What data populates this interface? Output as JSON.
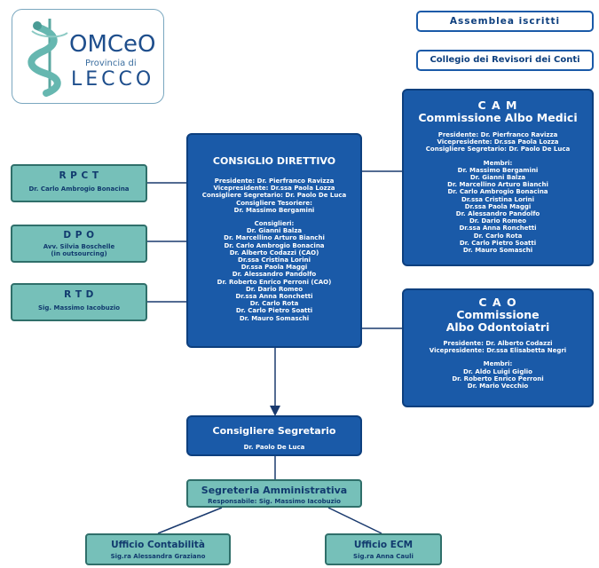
{
  "logo": {
    "title": "OMCeO",
    "subtitle": "Provincia di",
    "city": "LECCO"
  },
  "top_right": {
    "assemblea": "Assemblea iscritti",
    "revisori": "Collegio dei Revisori dei Conti"
  },
  "left_boxes": [
    {
      "title": "R P C T",
      "lines": [
        "Dr. Carlo Ambrogio Bonacina"
      ]
    },
    {
      "title": "D P O",
      "lines": [
        "Avv. Silvia Boschelle",
        "(in outsourcing)"
      ]
    },
    {
      "title": "R T D",
      "lines": [
        "Sig. Massimo Iacobuzio"
      ]
    }
  ],
  "consiglio": {
    "title": "CONSIGLIO DIRETTIVO",
    "officers": [
      "Presidente: Dr. Pierfranco Ravizza",
      "Vicepresidente: Dr.ssa Paola Lozza",
      "Consigliere Segretario: Dr. Paolo De Luca",
      "Consigliere Tesoriere:",
      "Dr. Massimo Bergamini"
    ],
    "members_label": "Consiglieri:",
    "members": [
      "Dr. Gianni Balza",
      "Dr. Marcellino Arturo Bianchi",
      "Dr. Carlo Ambrogio Bonacina",
      "Dr. Alberto Codazzi (CAO)",
      "Dr.ssa Cristina Lorini",
      "Dr.ssa Paola Maggi",
      "Dr. Alessandro Pandolfo",
      "Dr. Roberto Enrico Perroni (CAO)",
      "Dr. Dario Romeo",
      "Dr.ssa Anna Ronchetti",
      "Dr. Carlo Rota",
      "Dr. Carlo Pietro Soatti",
      "Dr. Mauro Somaschi"
    ]
  },
  "cam": {
    "title1": "C A M",
    "title2": "Commissione Albo Medici",
    "officers": [
      "Presidente: Dr. Pierfranco Ravizza",
      "Vicepresidente: Dr.ssa Paola Lozza",
      "Consigliere Segretario: Dr. Paolo De Luca"
    ],
    "members_label": "Membri:",
    "members": [
      "Dr. Massimo Bergamini",
      "Dr. Gianni Balza",
      "Dr. Marcellino Arturo Bianchi",
      "Dr. Carlo Ambrogio Bonacina",
      "Dr.ssa Cristina Lorini",
      "Dr.ssa Paola Maggi",
      "Dr. Alessandro Pandolfo",
      "Dr. Dario Romeo",
      "Dr.ssa Anna Ronchetti",
      "Dr. Carlo Rota",
      "Dr. Carlo Pietro Soatti",
      "Dr. Mauro Somaschi"
    ]
  },
  "cao": {
    "title1": "C A O",
    "title2": "Commissione",
    "title3": "Albo Odontoiatri",
    "officers": [
      "Presidente: Dr. Alberto Codazzi",
      "Vicepresidente: Dr.ssa Elisabetta Negri"
    ],
    "members_label": "Membri:",
    "members": [
      "Dr. Aldo Luigi Giglio",
      "Dr. Roberto Enrico Perroni",
      "Dr. Mario Vecchio"
    ]
  },
  "segretario": {
    "title": "Consigliere Segretario",
    "name": "Dr. Paolo De Luca"
  },
  "segreteria": {
    "title": "Segreteria Amministrativa",
    "responsabile": "Responsabile: Sig. Massimo Iacobuzio"
  },
  "contabilita": {
    "title": "Ufficio Contabilità",
    "name": "Sig.ra Alessandra Graziano"
  },
  "ecm": {
    "title": "Ufficio ECM",
    "name": "Sig.ra Anna Cauli"
  },
  "colors": {
    "blue": "#1a5aa8",
    "blue_border": "#0d3f7e",
    "teal": "#76c0b9",
    "teal_border": "#2f6f6a",
    "connector": "#1a3a6e"
  }
}
